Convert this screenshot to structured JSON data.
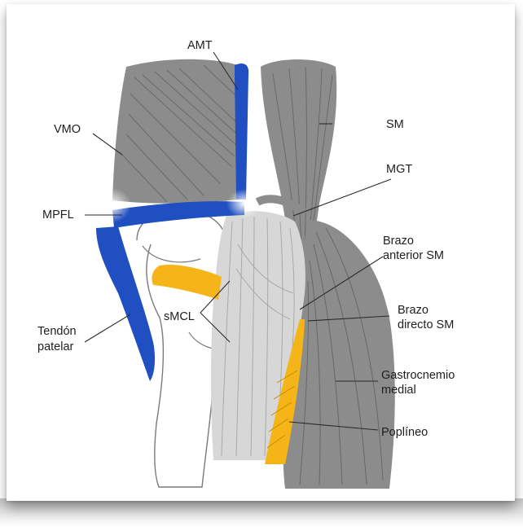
{
  "labels": {
    "amt": "AMT",
    "vmo": "VMO",
    "sm": "SM",
    "mgt": "MGT",
    "mpfl": "MPFL",
    "brazo_anterior_1": "Brazo",
    "brazo_anterior_2": "anterior SM",
    "brazo_directo_1": "Brazo",
    "brazo_directo_2": "directo SM",
    "smcl": "sMCL",
    "tendon_1": "Tendón",
    "tendon_2": "patelar",
    "gastro_1": "Gastrocnemio",
    "gastro_2": "medial",
    "poplineo": "Poplíneo"
  },
  "colors": {
    "ligament_blue": "#1f4fc0",
    "tendon_yellow": "#f5b519",
    "muscle_gray": "#8c8c8c",
    "ligament_light_gray": "#d7d7d7",
    "bone_outline": "#7a7a7a"
  }
}
